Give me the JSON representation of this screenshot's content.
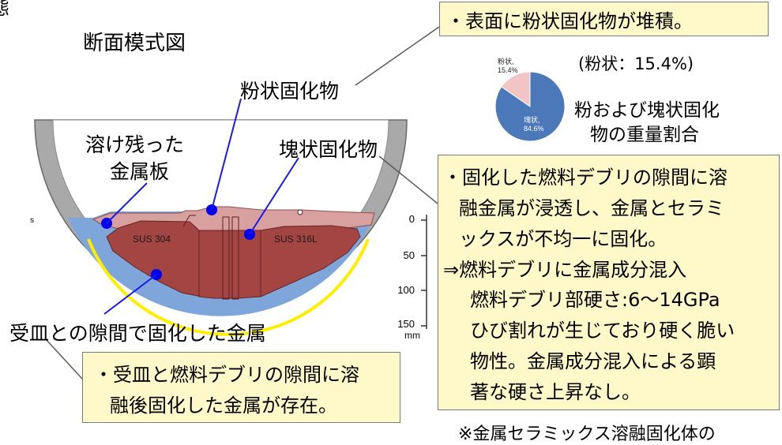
{
  "header": {
    "corner_mark": "態",
    "diagram_title": "断面模式図"
  },
  "labels": {
    "powder": "粉状固化物",
    "remaining_plate_line1": "溶け残った",
    "remaining_plate_line2": "金属板",
    "lump": "塊状固化物",
    "tray_metal": "受皿との隙間で固化した金属",
    "sus_left": "SUS 304",
    "sus_right": "SUS 316L",
    "edge_mark": "s"
  },
  "scale": {
    "ticks": [
      "0",
      "50",
      "100",
      "150"
    ],
    "unit": "mm"
  },
  "callouts": {
    "top": "・表面に粉状固化物が堆積。",
    "pie_caption": "(粉状：15.4%)",
    "pie_desc_line1": "粉および塊状固化",
    "pie_desc_line2": "物の重量割合",
    "right_lines": [
      "・固化した燃料デブリの隙間に溶",
      "融金属が浸透し、金属とセラミ",
      "ックスが不均一に固化。",
      "⇒燃料デブリに金属成分混入",
      "燃料デブリ部硬さ:6～14GPa",
      "ひび割れが生じており硬く脆い",
      "物性。金属成分混入による顕",
      "著な硬さ上昇なし。"
    ],
    "bottom_line1": "・受皿と燃料デブリの隙間に溶",
    "bottom_line2": "融後固化した金属が存在。",
    "footnote": "※金属セラミックス溶融固化体の"
  },
  "chart_data": {
    "type": "pie",
    "categories": [
      "粉状",
      "塊状"
    ],
    "values": [
      15.4,
      84.6
    ],
    "labels": [
      "粉状,\n15.4%",
      "塊状,\n84.6%"
    ],
    "colors": [
      "#f2c4c4",
      "#4a78b8"
    ]
  }
}
